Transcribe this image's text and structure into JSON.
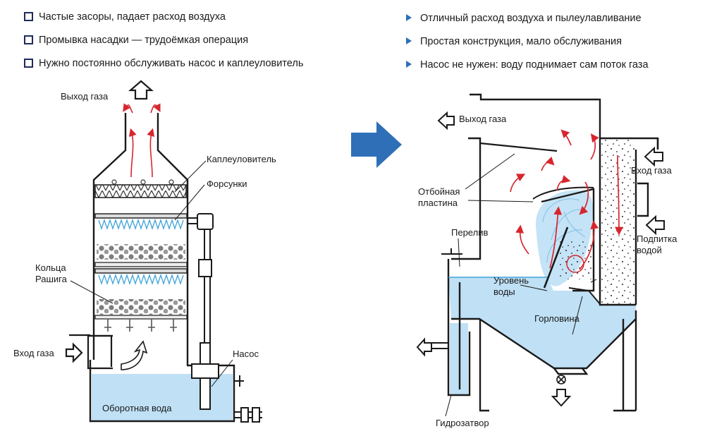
{
  "left_features": [
    {
      "text": "Частые засоры, падает расход воздуха"
    },
    {
      "text": "Промывка насадки — трудоёмкая операция"
    },
    {
      "text": "Нужно постоянно обслуживать насос и каплеуловитель"
    }
  ],
  "right_features": [
    {
      "text": "Отличный расход воздуха и пылеулавливание"
    },
    {
      "text": "Простая конструкция, мало обслуживания"
    },
    {
      "text": "Насос не нужен: воду поднимает сам поток газа"
    }
  ],
  "left_diagram": {
    "gas_outlet": "Выход газа",
    "demister": "Каплеуловитель",
    "nozzles": "Форсунки",
    "raschig_rings_line1": "Кольца",
    "raschig_rings_line2": "Рашига",
    "gas_inlet": "Вход газа",
    "pump": "Насос",
    "recirculation_water": "Оборотная вода"
  },
  "right_diagram": {
    "gas_outlet": "Выход газа",
    "gas_inlet": "Вход газа",
    "baffle_line1": "Отбойная",
    "baffle_line2": "пластина",
    "overflow": "Перелив",
    "water_feed_line1": "Подпитка",
    "water_feed_line2": "водой",
    "water_level_line1": "Уровень",
    "water_level_line2": "воды",
    "throat": "Горловина",
    "water_seal": "Гидрозатвор"
  },
  "colors": {
    "water": "#bfe0f5",
    "arrow_big": "#2f6fb8",
    "flow_arrows": "#d7262e",
    "outline": "#1a1a1a",
    "checkbox": "#1f2a5c",
    "bullet": "#2f6fb8"
  }
}
